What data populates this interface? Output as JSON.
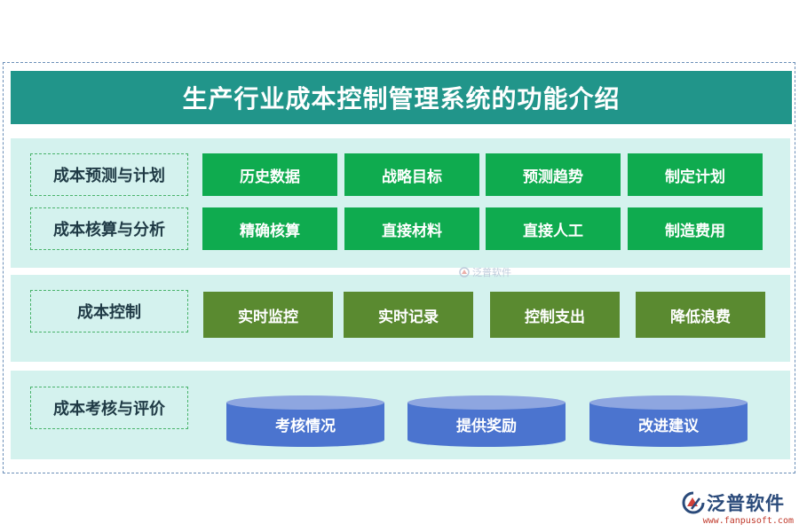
{
  "title": "生产行业成本控制管理系统的功能介绍",
  "sections": {
    "forecast": {
      "label": "成本预测与计划",
      "items": [
        "历史数据",
        "战略目标",
        "预测趋势",
        "制定计划"
      ]
    },
    "accounting": {
      "label": "成本核算与分析",
      "items": [
        "精确核算",
        "直接材料",
        "直接人工",
        "制造费用"
      ]
    },
    "control": {
      "label": "成本控制",
      "items": [
        "实时监控",
        "实时记录",
        "控制支出",
        "降低浪费"
      ]
    },
    "evaluation": {
      "label": "成本考核与评价",
      "items": [
        "考核情况",
        "提供奖励",
        "改进建议"
      ]
    }
  },
  "watermark": "泛普软件",
  "brand": {
    "name": "泛普软件",
    "url": "www.fanpusoft.com"
  },
  "colors": {
    "title_bg": "#21958a",
    "panel_bg": "#d4f2ee",
    "green_box": "#0fab4f",
    "olive_box": "#5a8a30",
    "cylinder": "#4b74cf"
  }
}
